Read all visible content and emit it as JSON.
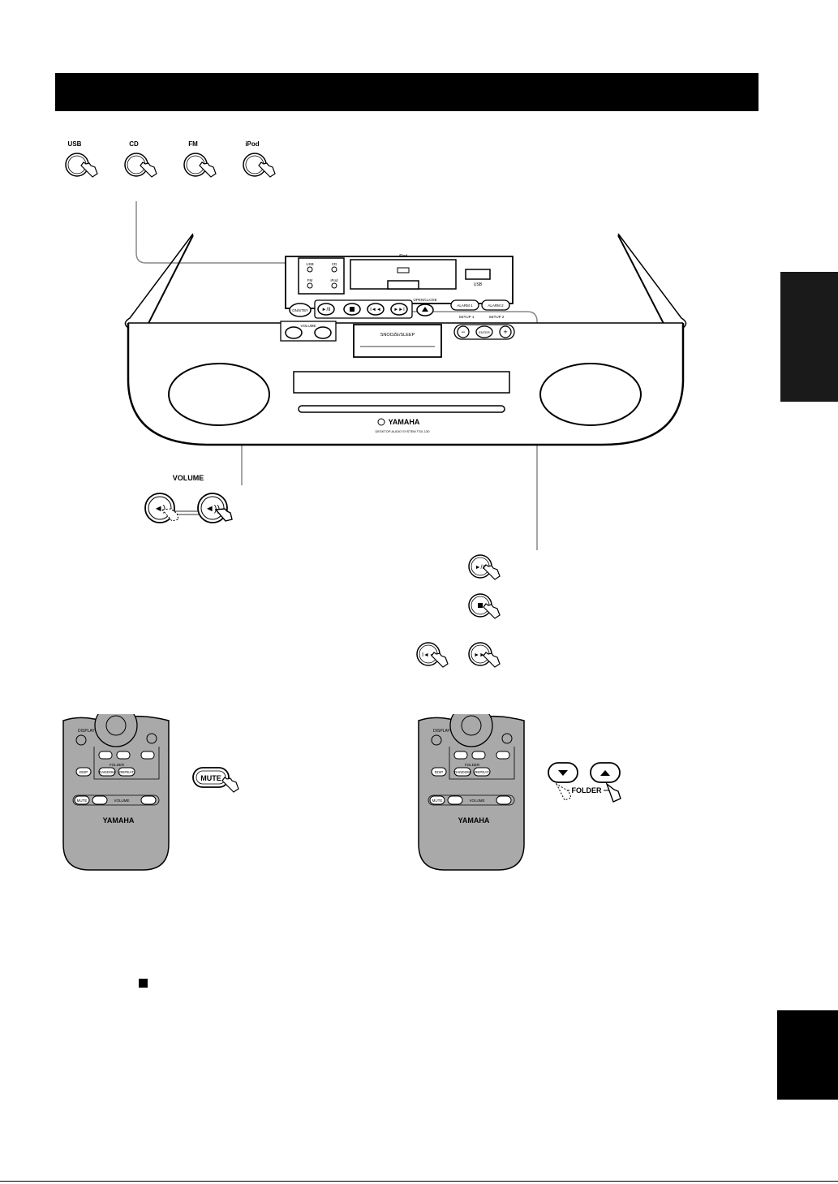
{
  "source_buttons": [
    {
      "label": "USB"
    },
    {
      "label": "CD"
    },
    {
      "label": "FM"
    },
    {
      "label": "iPod"
    }
  ],
  "device": {
    "dock_label": "iPod",
    "usb_port_label": "USB",
    "source_labels": [
      "USB",
      "CD",
      "FM",
      "iPod"
    ],
    "on_standby_label": "ON/STBY",
    "open_close_label": "OPEN/CLOSE",
    "alarm1_label": "ALARM 1",
    "alarm2_label": "ALARM 2",
    "setup1_label": "SETUP 1",
    "setup2_label": "SETUP 2",
    "enter_label": "ENTER",
    "volume_label": "VOLUME",
    "snooze_label": "SNOOZE/SLEEP",
    "brand": "YAMAHA",
    "model": "DESKTOP AUDIO SYSTEM TSX-130"
  },
  "volume_callout": {
    "label": "VOLUME"
  },
  "remote_left": {
    "display_label": "DISPLAY",
    "folder_label": "FOLDER",
    "disp_label": "DISP",
    "random_label": "RANDOM",
    "repeat_label": "REPEAT",
    "mute_label": "MUTE",
    "volume_label": "VOLUME",
    "brand": "YAMAHA"
  },
  "remote_right": {
    "display_label": "DISPLAY",
    "folder_label": "FOLDER",
    "disp_label": "DISP",
    "random_label": "RANDOM",
    "repeat_label": "REPEAT",
    "mute_label": "MUTE",
    "volume_label": "VOLUME",
    "brand": "YAMAHA"
  },
  "mute_callout": {
    "label": "MUTE"
  },
  "folder_callout": {
    "label": "FOLDER"
  },
  "transport_callouts": {
    "play_pause_symbol": "►/II"
  },
  "colors": {
    "remote_body": "#a9a9a9",
    "black": "#000000",
    "side_tab": "#1a1a1a"
  }
}
